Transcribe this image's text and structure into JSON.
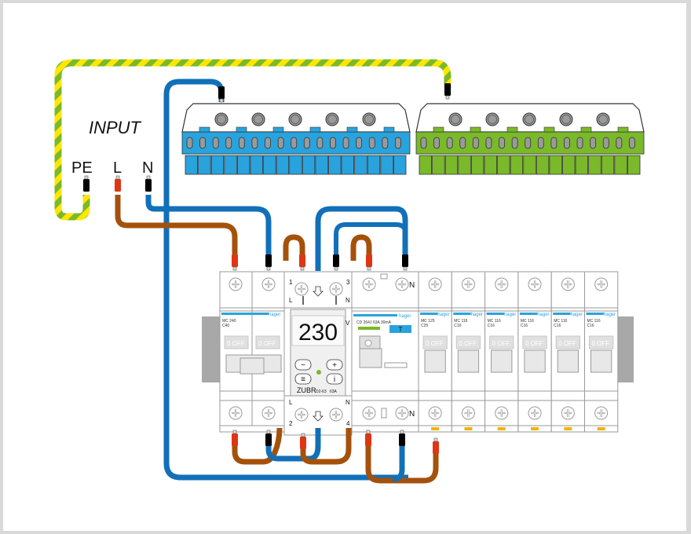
{
  "diagram": {
    "title": "INPUT",
    "inputs": [
      {
        "label": "PE",
        "wire": "protective-earth"
      },
      {
        "label": "L",
        "wire": "phase"
      },
      {
        "label": "N",
        "wire": "neutral"
      }
    ],
    "busbars": [
      {
        "name": "neutral-bus",
        "color": "#29a3dd",
        "screws": 5,
        "terminals": 17
      },
      {
        "name": "earth-bus",
        "color": "#7ab929",
        "screws": 5,
        "terminals": 17
      }
    ],
    "devices": [
      {
        "id": "main",
        "type": "MCB 2P",
        "model": "MC 240",
        "rating": "C40",
        "brand": "hager",
        "poles": 2,
        "switch_label": "0 OFF"
      },
      {
        "id": "relay",
        "type": "voltage relay",
        "brand": "ZUBR",
        "model": "D2-63",
        "rating": "63A",
        "display": "230",
        "unit": "V",
        "terminals_top": [
          {
            "num": "1",
            "label": "L"
          },
          {
            "num": "3",
            "label": "N"
          }
        ],
        "terminals_bottom": [
          {
            "num": "2",
            "label": "L"
          },
          {
            "num": "4",
            "label": "N"
          }
        ],
        "buttons": [
          "−",
          "+",
          "≡",
          "i"
        ]
      },
      {
        "id": "rcd",
        "type": "RCD",
        "model": "CD 264J 63A 30mA",
        "brand": "hager",
        "n_label": "N",
        "test_label": "T"
      },
      {
        "id": "mcb1",
        "type": "MCB 1P",
        "model": "MC 125",
        "rating": "C25",
        "brand": "hager",
        "switch_label": "0 OFF"
      },
      {
        "id": "mcb2",
        "type": "MCB 1P",
        "model": "MC 116",
        "rating": "C16",
        "brand": "hager",
        "switch_label": "0 OFF"
      },
      {
        "id": "mcb3",
        "type": "MCB 1P",
        "model": "MC 116",
        "rating": "C16",
        "brand": "hager",
        "switch_label": "0 OFF"
      },
      {
        "id": "mcb4",
        "type": "MCB 1P",
        "model": "MC 116",
        "rating": "C16",
        "brand": "hager",
        "switch_label": "0 OFF"
      },
      {
        "id": "mcb5",
        "type": "MCB 1P",
        "model": "MC 116",
        "rating": "C16",
        "brand": "hager",
        "switch_label": "0 OFF"
      },
      {
        "id": "mcb6",
        "type": "MCB 1P",
        "model": "MC 116",
        "rating": "C16",
        "brand": "hager",
        "switch_label": "0 OFF"
      }
    ],
    "colors": {
      "neutral_wire": "#1170b8",
      "phase_wire": "#a4510b",
      "earth_green": "#7ab929",
      "earth_yellow": "#ffe600",
      "ferrule_red": "#e03513",
      "ferrule_black": "#000000",
      "display_digits": "#f6c9c6",
      "brand_blue": "#29a3dd"
    }
  }
}
